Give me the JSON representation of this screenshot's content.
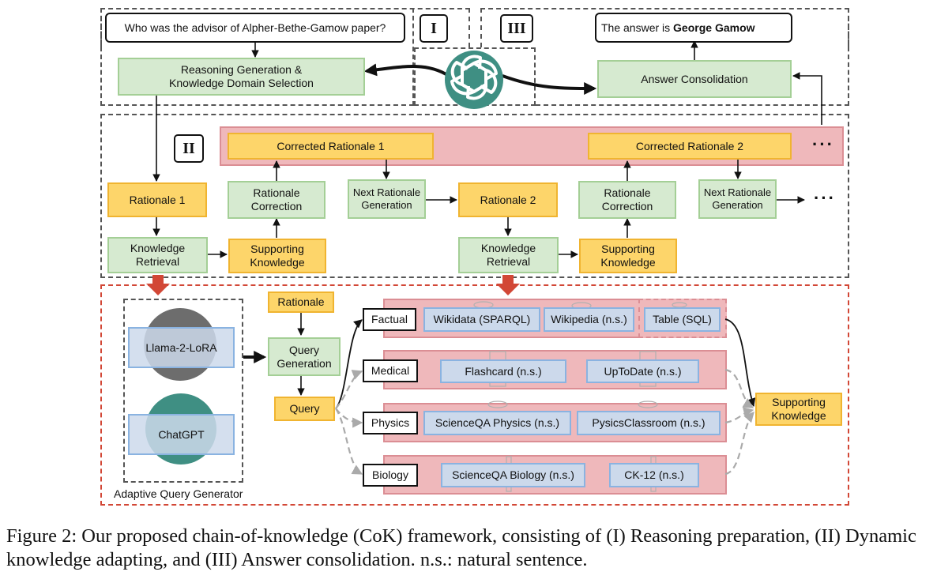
{
  "section_markers": {
    "one": "I",
    "two": "II",
    "three": "III"
  },
  "question": "Who was the advisor of Alpher-Bethe-Gamow paper?",
  "answer": {
    "prefix": "The answer is ",
    "name": "George Gamow"
  },
  "reasoning_generation": [
    "Reasoning Generation &",
    "Knowledge Domain Selection"
  ],
  "answer_consolidation": "Answer Consolidation",
  "corrected_rationale_1": "Corrected Rationale 1",
  "corrected_rationale_2": "Corrected Rationale 2",
  "ellipsis": "···",
  "rationale_1": "Rationale 1",
  "rationale_2": "Rationale 2",
  "rationale_correction": [
    "Rationale",
    "Correction"
  ],
  "next_rationale_generation": [
    "Next Rationale",
    "Generation"
  ],
  "knowledge_retrieval": [
    "Knowledge",
    "Retrieval"
  ],
  "supporting_knowledge": [
    "Supporting",
    "Knowledge"
  ],
  "query_generator": {
    "title": "Adaptive Query Generator",
    "models": [
      "Llama-2-LoRA",
      "ChatGPT"
    ],
    "rationale": "Rationale",
    "query_generation": [
      "Query",
      "Generation"
    ],
    "query": "Query"
  },
  "domains": [
    {
      "name": "Factual",
      "sources": [
        "Wikidata (SPARQL)",
        "Wikipedia (n.s.)",
        "Table (SQL)"
      ]
    },
    {
      "name": "Medical",
      "sources": [
        "Flashcard (n.s.)",
        "UpToDate (n.s.)"
      ]
    },
    {
      "name": "Physics",
      "sources": [
        "ScienceQA Physics (n.s.)",
        "PysicsClassroom (n.s.)"
      ]
    },
    {
      "name": "Biology",
      "sources": [
        "ScienceQA Biology (n.s.)",
        "CK-12 (n.s.)"
      ]
    }
  ],
  "output_supporting_knowledge": [
    "Supporting",
    "Knowledge"
  ],
  "caption": "Figure 2:  Our proposed chain-of-knowledge (CoK) framework, consisting of (I) Reasoning preparation, (II) Dynamic knowledge adapting, and (III) Answer consolidation. n.s.: natural sentence.",
  "colors": {
    "green": "#d6ead0",
    "yellow": "#fdd56a",
    "blue": "#ccd9eb",
    "pink": "#efb8bb",
    "red_dash": "#d24736",
    "openai_teal": "#3f8f83"
  },
  "icons": [
    "openai-logo-icon",
    "llama-logo-icon",
    "chatgpt-logo-icon",
    "down-arrow-icon"
  ]
}
